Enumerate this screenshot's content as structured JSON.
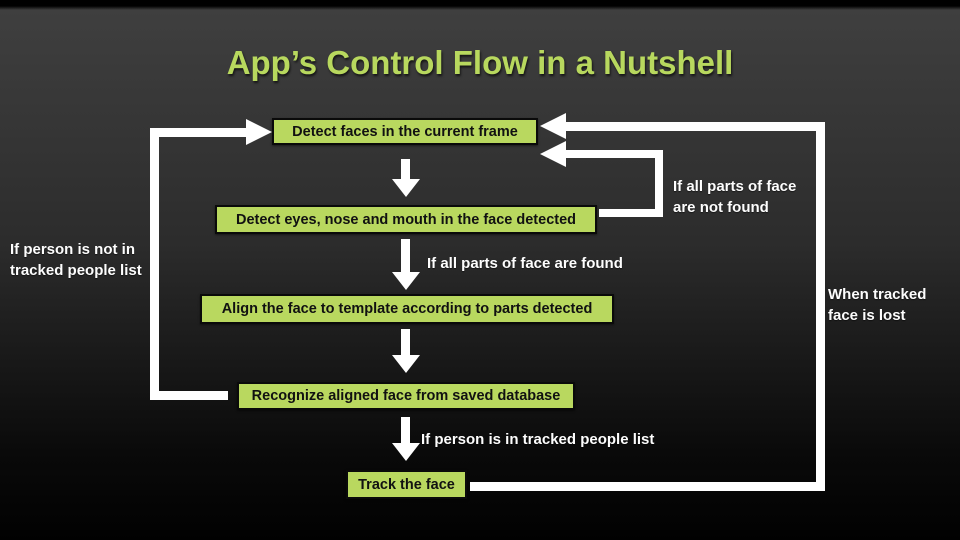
{
  "slide": {
    "title": "App’s Control Flow in a Nutshell"
  },
  "flowchart": {
    "boxes": [
      {
        "label": "Detect faces in the current frame"
      },
      {
        "label": "Detect eyes, nose and mouth in the face detected"
      },
      {
        "label": "Align the face to template according to parts detected"
      },
      {
        "label": "Recognize aligned face from saved database"
      },
      {
        "label": "Track the face"
      }
    ],
    "condition_labels": [
      {
        "label": "If all parts of face are not found"
      },
      {
        "label": "If person is not in tracked people list"
      },
      {
        "label": "If all parts of face are found"
      },
      {
        "label": "When tracked face is lost"
      },
      {
        "label": "If person is in tracked people list"
      }
    ],
    "colors": {
      "box_fill": "#b9d85f",
      "box_border": "#0a0a0a",
      "box_text": "#111111",
      "title_text": "#b8d85e",
      "connector": "#ffffff",
      "label_text": "#fdfdfd",
      "background_top": "#3f3f3f",
      "background_bottom": "#000000"
    }
  }
}
